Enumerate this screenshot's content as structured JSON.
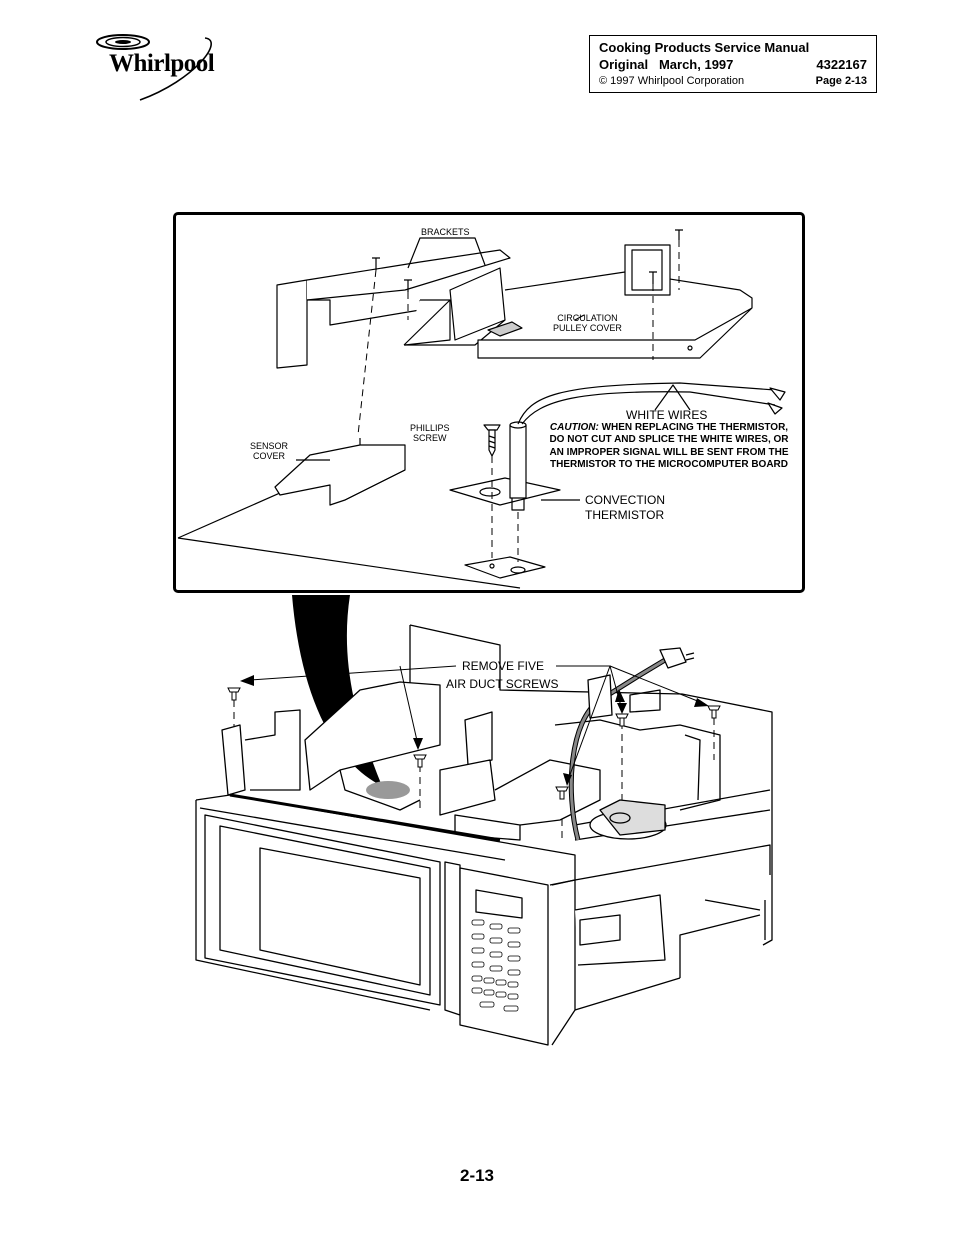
{
  "brand": {
    "name": "Whirlpool"
  },
  "header": {
    "title": "Cooking Products Service Manual",
    "edition": "Original   March, 1997",
    "part_number": "4322167",
    "copyright": "© 1997 Whirlpool Corporation",
    "page": "Page 2-13"
  },
  "detail_labels": {
    "brackets": "BRACKETS",
    "circulation_pulley_cover": "CIRCULATION\nPULLEY COVER",
    "phillips_screw": "PHILLIPS\nSCREW",
    "sensor_cover": "SENSOR\nCOVER",
    "white_wires": "WHITE  WIRES",
    "convection_thermistor": "CONVECTION\nTHERMISTOR"
  },
  "caution": {
    "lead": "CAUTION:",
    "text": " WHEN REPLACING THE THERMISTOR, DO NOT CUT AND SPLICE THE WHITE WIRES, OR AN IMPROPER SIGNAL WILL BE SENT FROM THE THERMISTOR TO THE  MICROCOMPUTER BOARD"
  },
  "main_labels": {
    "remove_screws_line1": "REMOVE FIVE",
    "remove_screws_line2": "AIR DUCT SCREWS"
  },
  "footer": {
    "page_number": "2-13"
  }
}
